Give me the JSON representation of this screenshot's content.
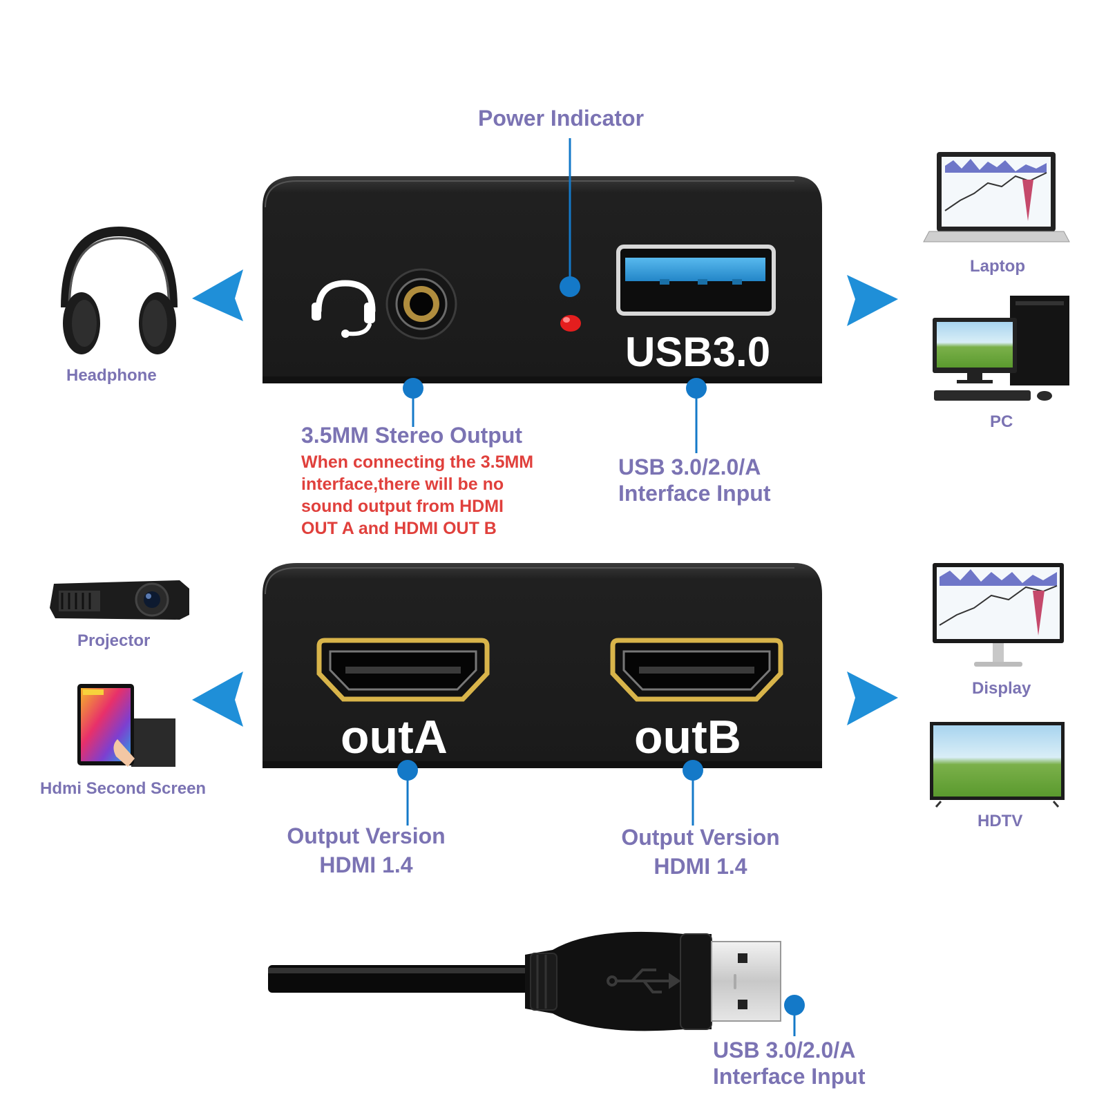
{
  "callouts": {
    "power_indicator": "Power Indicator",
    "stereo_output_title": "3.5MM Stereo Output",
    "stereo_output_note": [
      "When connecting the 3.5MM",
      "interface,there will be no",
      "sound output from HDMI",
      "OUT A and HDMI OUT B"
    ],
    "usb_input_top": [
      "USB 3.0/2.0/A",
      "Interface Input"
    ],
    "output_a": [
      "Output Version",
      "HDMI 1.4"
    ],
    "output_b": [
      "Output Version",
      "HDMI 1.4"
    ],
    "usb_input_cable": [
      "USB 3.0/2.0/A",
      "Interface Input"
    ]
  },
  "device_text": {
    "usb_port": "USB3.0",
    "out_a": "outA",
    "out_b": "outB"
  },
  "devices": {
    "headphone": "Headphone",
    "laptop": "Laptop",
    "pc": "PC",
    "projector": "Projector",
    "second_screen": "Hdmi Second Screen",
    "display": "Display",
    "hdtv": "HDTV"
  },
  "icons": {
    "arrows": "triangle-arrow",
    "headset": "headset-icon",
    "usb_logo": "usb-trident-icon"
  },
  "colors": {
    "label_purple": "#7b73b3",
    "note_red": "#e0403c",
    "callout_blue": "#1479c8",
    "arrow_blue": "#1f8fd8",
    "device_body": "#1e1e1e",
    "usb_blue": "#2f9ee0",
    "hdmi_gold": "#d8b44a",
    "led_red": "#e41e1e"
  }
}
